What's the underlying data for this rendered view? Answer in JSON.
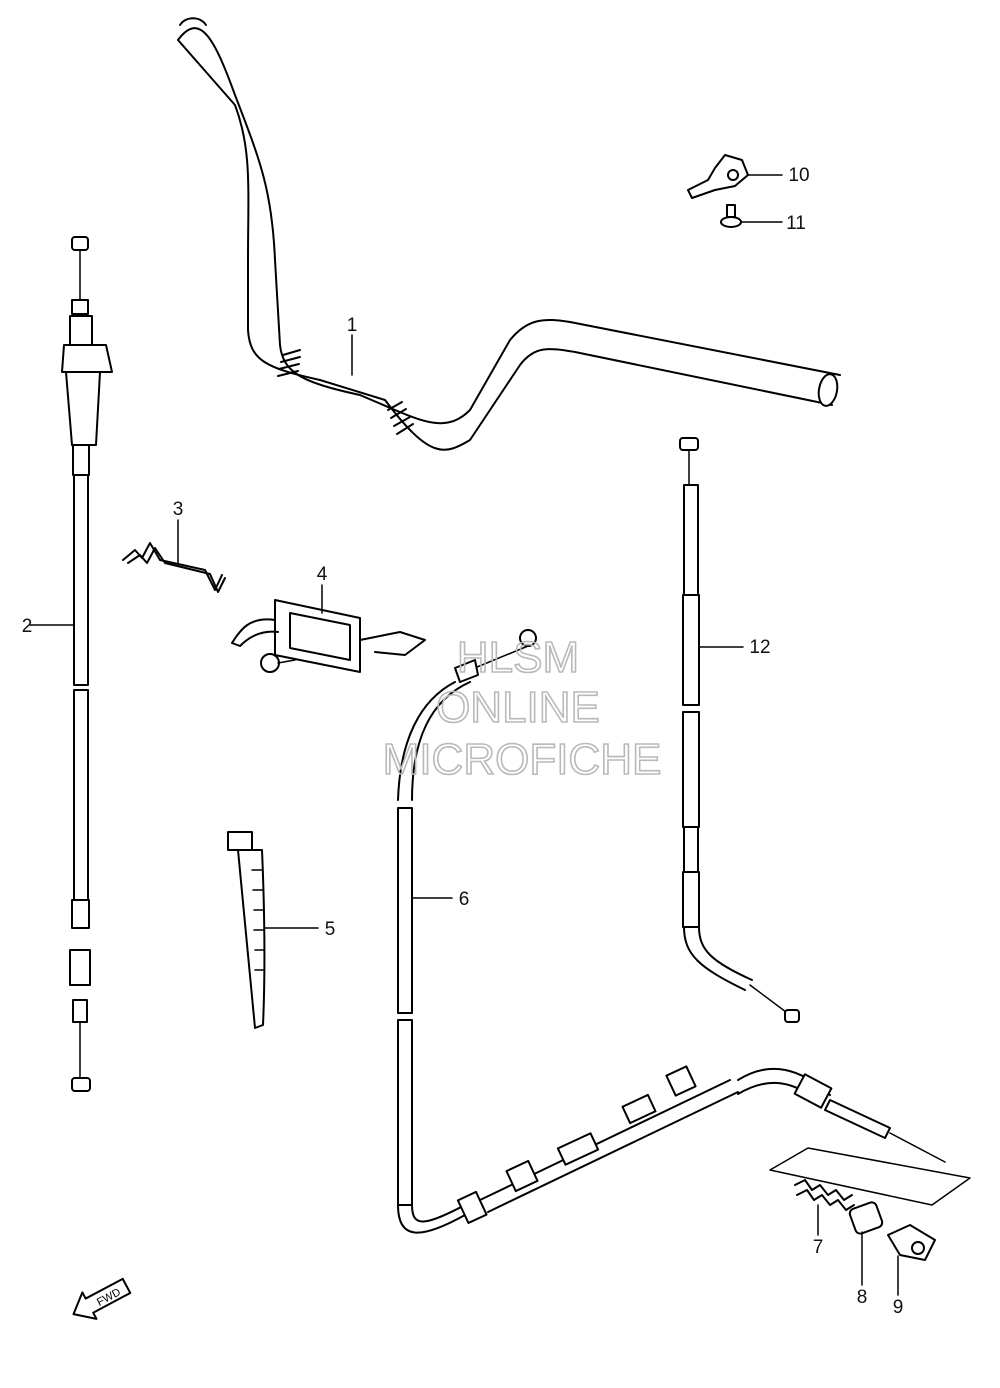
{
  "diagram": {
    "callouts": [
      {
        "id": "1",
        "label": "1"
      },
      {
        "id": "2",
        "label": "2"
      },
      {
        "id": "3",
        "label": "3"
      },
      {
        "id": "4",
        "label": "4"
      },
      {
        "id": "5",
        "label": "5"
      },
      {
        "id": "6",
        "label": "6"
      },
      {
        "id": "7",
        "label": "7"
      },
      {
        "id": "8",
        "label": "8"
      },
      {
        "id": "9",
        "label": "9"
      },
      {
        "id": "10",
        "label": "10"
      },
      {
        "id": "11",
        "label": "11"
      },
      {
        "id": "12",
        "label": "12"
      }
    ],
    "watermark": {
      "line1": "HLSM",
      "line2": "ONLINE",
      "line3": "MICROFICHE"
    },
    "fwd_arrow": {
      "label": "FWD"
    },
    "icons": [
      "handlebar",
      "throttle-cable",
      "wire-clip",
      "cable-guide-bracket",
      "cable-tie",
      "front-brake-cable",
      "spring",
      "sleeve",
      "cable-clamp",
      "bracket",
      "bolt",
      "clutch-cable",
      "fwd-arrow-icon"
    ]
  }
}
